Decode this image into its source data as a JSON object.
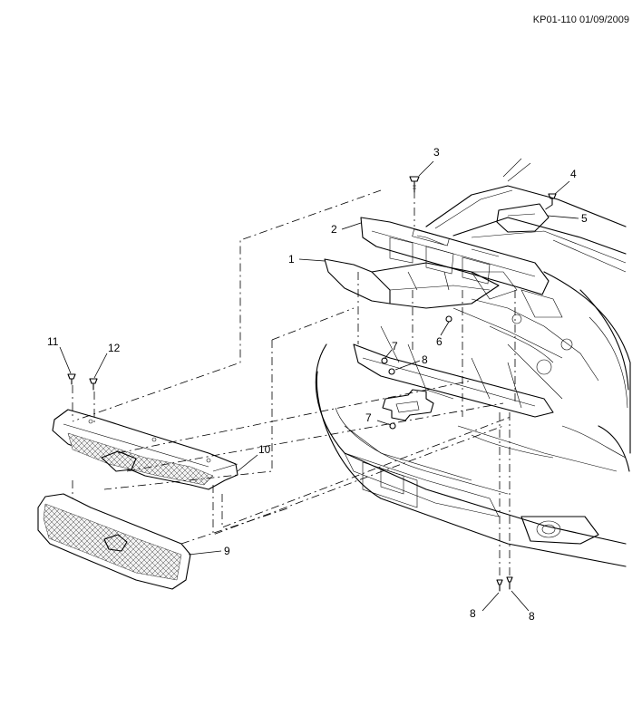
{
  "drawing_code": "KP01-110 01/09/2009",
  "callouts": [
    "1",
    "2",
    "3",
    "4",
    "5",
    "6",
    "7",
    "7",
    "8",
    "8",
    "8",
    "9",
    "10",
    "11",
    "12"
  ]
}
